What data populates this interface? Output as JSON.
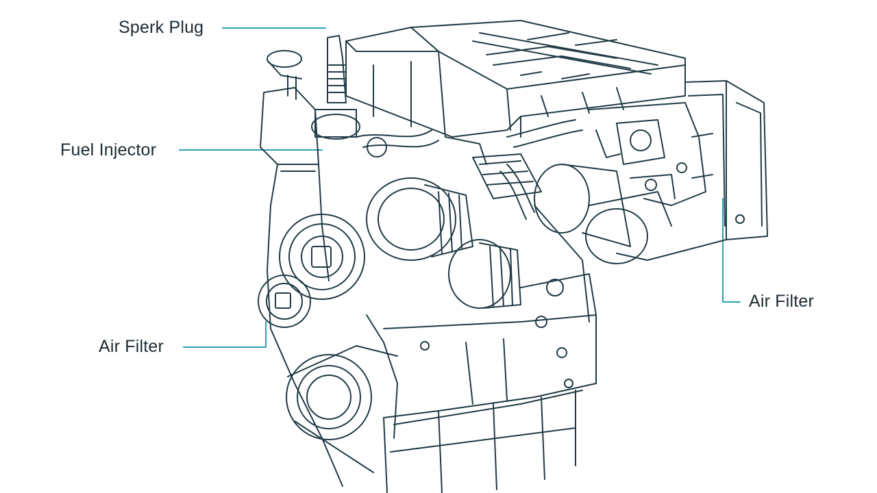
{
  "labels": {
    "spark_plug": "Sperk Plug",
    "fuel_injector": "Fuel Injector",
    "air_filter_left": "Air Filter",
    "air_filter_right": "Air Filter"
  },
  "colors": {
    "line_art": "#1f3a45",
    "leader": "#2a9fb5",
    "text": "#1b2a33",
    "background": "#ffffff"
  }
}
